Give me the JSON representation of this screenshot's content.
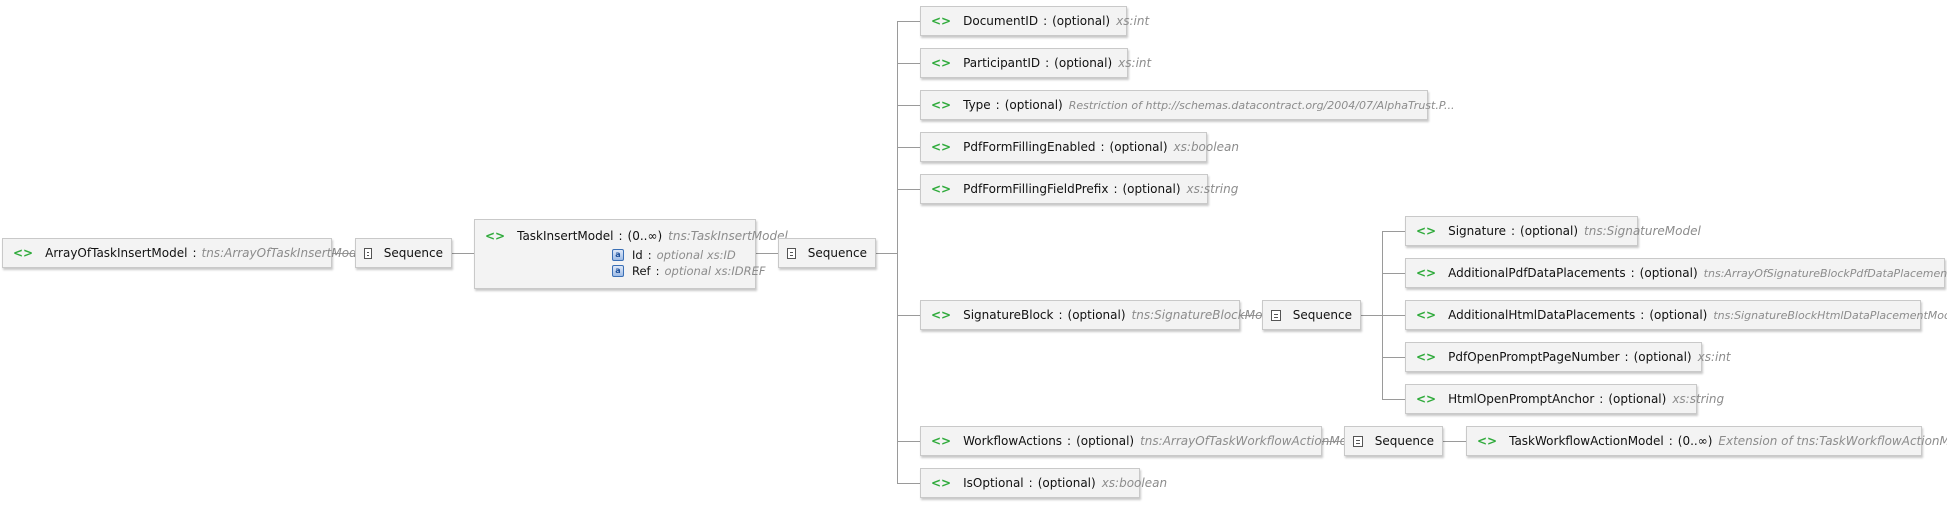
{
  "colors": {
    "element_icon": "#2eaa3a",
    "type_text": "#8c8c8c",
    "connector": "#9a9a9a",
    "attribute_icon": "#3a6fb5"
  },
  "icons": {
    "element": "element-icon",
    "sequence": "sequence-icon",
    "attribute": "attribute-icon"
  },
  "root": {
    "icon": "<>",
    "name": "ArrayOfTaskInsertModel",
    "type": "tns:ArrayOfTaskInsertModel"
  },
  "seq1": {
    "label": "Sequence"
  },
  "task": {
    "icon": "<>",
    "name": "TaskInsertModel",
    "cardinality": "(0..∞)",
    "type": "tns:TaskInsertModel",
    "attributes": [
      {
        "name": "Id",
        "qualifier": "optional xs:ID"
      },
      {
        "name": "Ref",
        "qualifier": "optional xs:IDREF"
      }
    ]
  },
  "seq2": {
    "label": "Sequence"
  },
  "fields": [
    {
      "icon": "<>",
      "name": "DocumentID",
      "optional": "(optional)",
      "type": "xs:int"
    },
    {
      "icon": "<>",
      "name": "ParticipantID",
      "optional": "(optional)",
      "type": "xs:int"
    },
    {
      "icon": "<>",
      "name": "Type",
      "optional": "(optional)",
      "type": "Restriction of http://schemas.datacontract.org/2004/07/AlphaTrust.P..."
    },
    {
      "icon": "<>",
      "name": "PdfFormFillingEnabled",
      "optional": "(optional)",
      "type": "xs:boolean"
    },
    {
      "icon": "<>",
      "name": "PdfFormFillingFieldPrefix",
      "optional": "(optional)",
      "type": "xs:string"
    },
    {
      "icon": "<>",
      "name": "SignatureBlock",
      "optional": "(optional)",
      "type": "tns:SignatureBlockModel"
    },
    {
      "icon": "<>",
      "name": "WorkflowActions",
      "optional": "(optional)",
      "type": "tns:ArrayOfTaskWorkflowActionModel"
    },
    {
      "icon": "<>",
      "name": "IsOptional",
      "optional": "(optional)",
      "type": "xs:boolean"
    }
  ],
  "sigseq": {
    "label": "Sequence"
  },
  "sig_fields": [
    {
      "icon": "<>",
      "name": "Signature",
      "optional": "(optional)",
      "type": "tns:SignatureModel"
    },
    {
      "icon": "<>",
      "name": "AdditionalPdfDataPlacements",
      "optional": "(optional)",
      "type": "tns:ArrayOfSignatureBlockPdfDataPlacementModel"
    },
    {
      "icon": "<>",
      "name": "AdditionalHtmlDataPlacements",
      "optional": "(optional)",
      "type": "tns:SignatureBlockHtmlDataPlacementModel"
    },
    {
      "icon": "<>",
      "name": "PdfOpenPromptPageNumber",
      "optional": "(optional)",
      "type": "xs:int"
    },
    {
      "icon": "<>",
      "name": "HtmlOpenPromptAnchor",
      "optional": "(optional)",
      "type": "xs:string"
    }
  ],
  "wfseq": {
    "label": "Sequence"
  },
  "wfa": {
    "icon": "<>",
    "name": "TaskWorkflowActionModel",
    "cardinality": "(0..∞)",
    "type": "Extension of tns:TaskWorkflowActionModel"
  }
}
